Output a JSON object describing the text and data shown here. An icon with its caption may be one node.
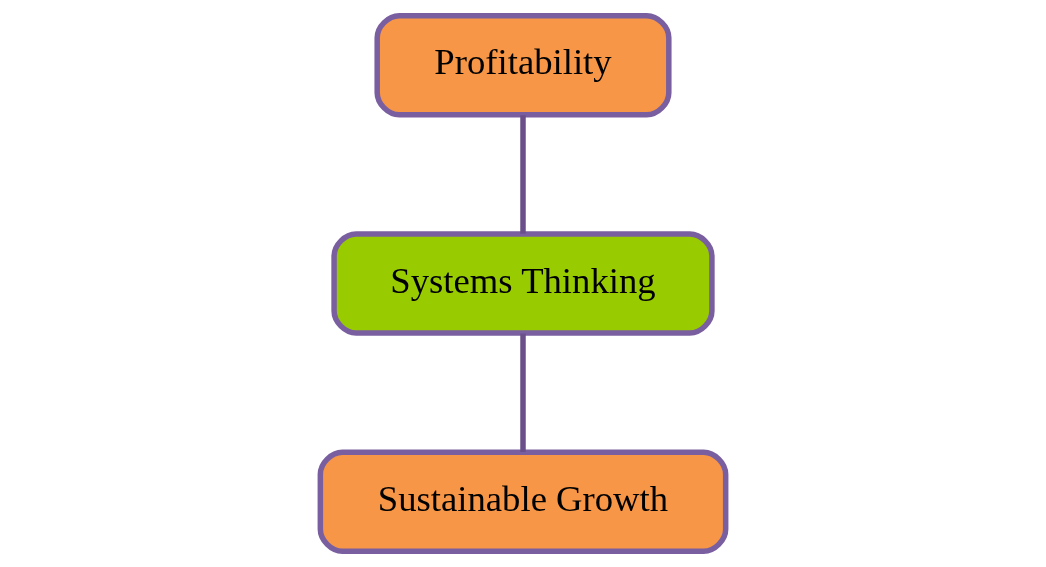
{
  "diagram": {
    "nodes": [
      {
        "text": [
          "Profitability"
        ]
      },
      {
        "text": [
          "Systems Thinking"
        ]
      },
      {
        "text": [
          "Sustainable Growth"
        ]
      }
    ],
    "edges": [
      {
        "from": 0,
        "to": 1,
        "arrow": "none"
      },
      {
        "from": 1,
        "to": 2,
        "arrow": "none"
      }
    ]
  }
}
